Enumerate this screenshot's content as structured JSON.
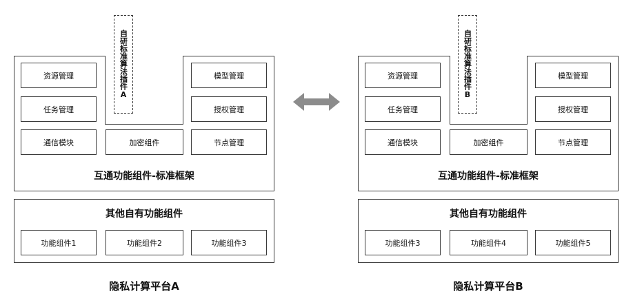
{
  "platform_a": {
    "title": "隐私计算平台A",
    "framework_label": "互通功能组件-标准框架",
    "plugin_label": "自研标准算法插件A",
    "modules": {
      "resource": "资源管理",
      "task": "任务管理",
      "comm": "通信模块",
      "crypto": "加密组件",
      "model": "模型管理",
      "auth": "授权管理",
      "node": "节点管理"
    },
    "other": {
      "title": "其他自有功能组件",
      "components": [
        "功能组件1",
        "功能组件2",
        "功能组件3"
      ]
    }
  },
  "platform_b": {
    "title": "隐私计算平台B",
    "framework_label": "互通功能组件-标准框架",
    "plugin_label": "自研标准算法插件B",
    "modules": {
      "resource": "资源管理",
      "task": "任务管理",
      "comm": "通信模块",
      "crypto": "加密组件",
      "model": "模型管理",
      "auth": "授权管理",
      "node": "节点管理"
    },
    "other": {
      "title": "其他自有功能组件",
      "components": [
        "功能组件3",
        "功能组件4",
        "功能组件5"
      ]
    }
  },
  "connector": {
    "icon": "double-arrow-icon",
    "color": "#8c8c8c"
  }
}
